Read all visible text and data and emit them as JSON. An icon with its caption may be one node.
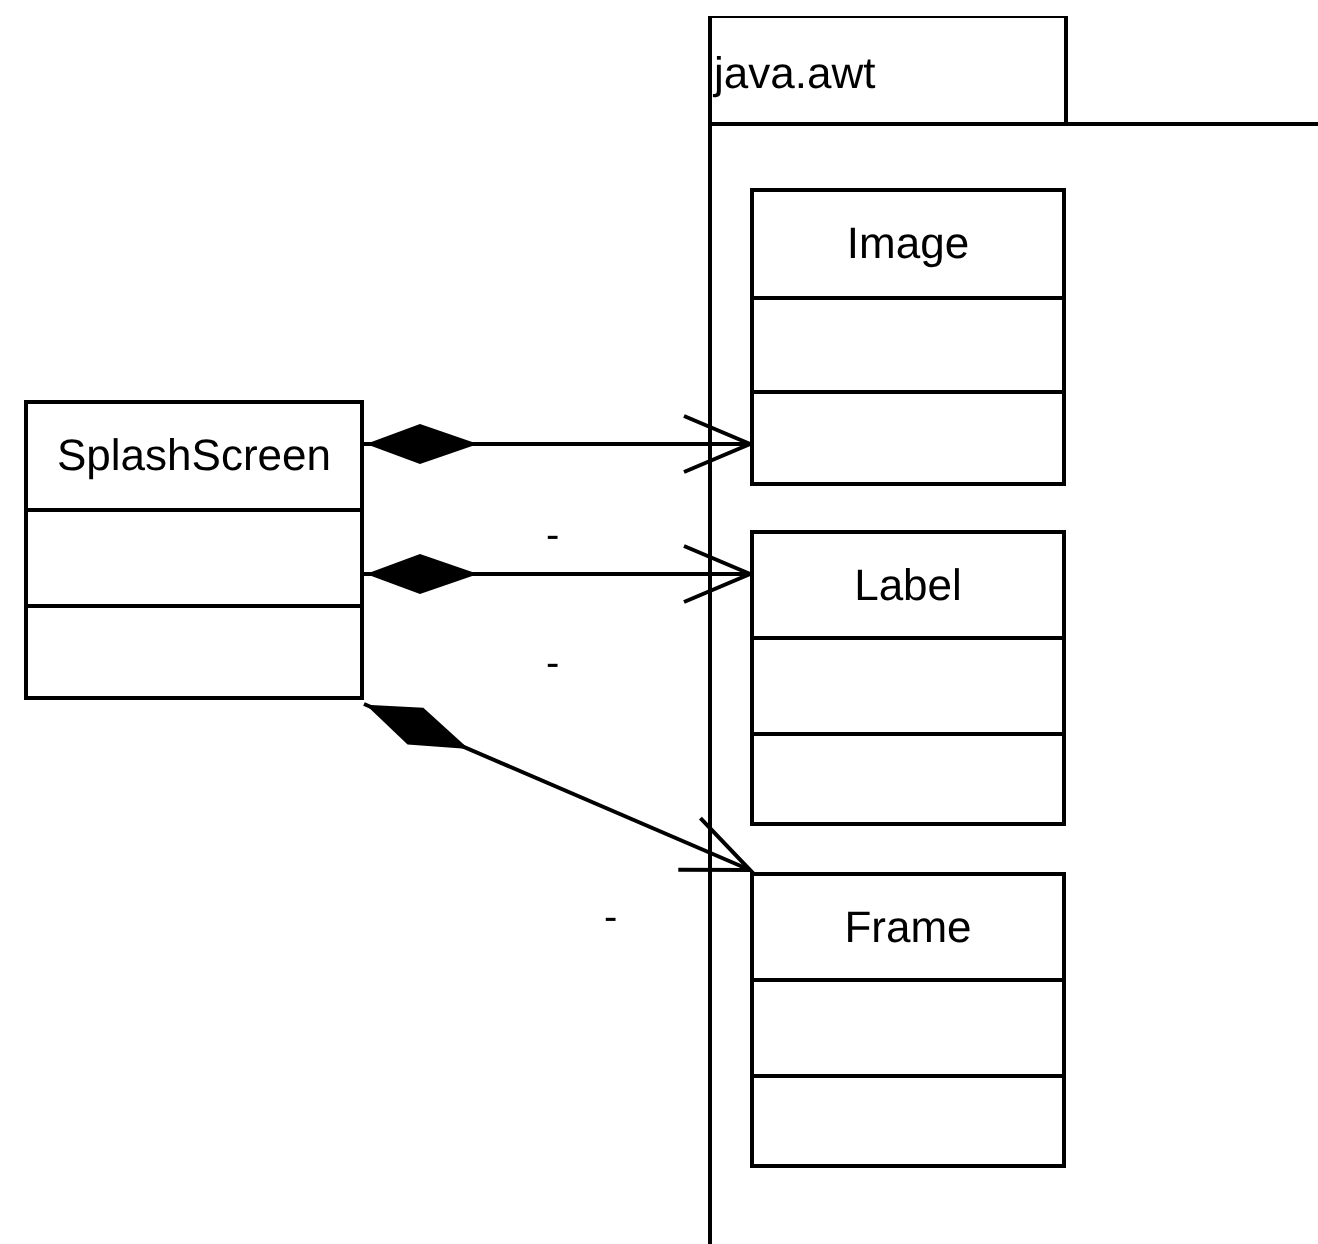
{
  "diagram": {
    "nodes": [
      {
        "text": [
          "java.awt"
        ]
      },
      {
        "text": [
          "SplashScreen"
        ]
      },
      {
        "text": [
          "Image"
        ],
        "in": 0
      },
      {
        "text": [
          "Label"
        ],
        "in": 0
      },
      {
        "text": [
          "Frame"
        ],
        "in": 0
      }
    ],
    "edges": [
      {
        "from": 1,
        "to": 2,
        "arrow": "to"
      },
      {
        "from": 1,
        "to": 3,
        "arrow": "to"
      },
      {
        "from": 1,
        "to": 4,
        "arrow": "to"
      }
    ],
    "labels": [
      "-",
      "-",
      "-"
    ]
  }
}
